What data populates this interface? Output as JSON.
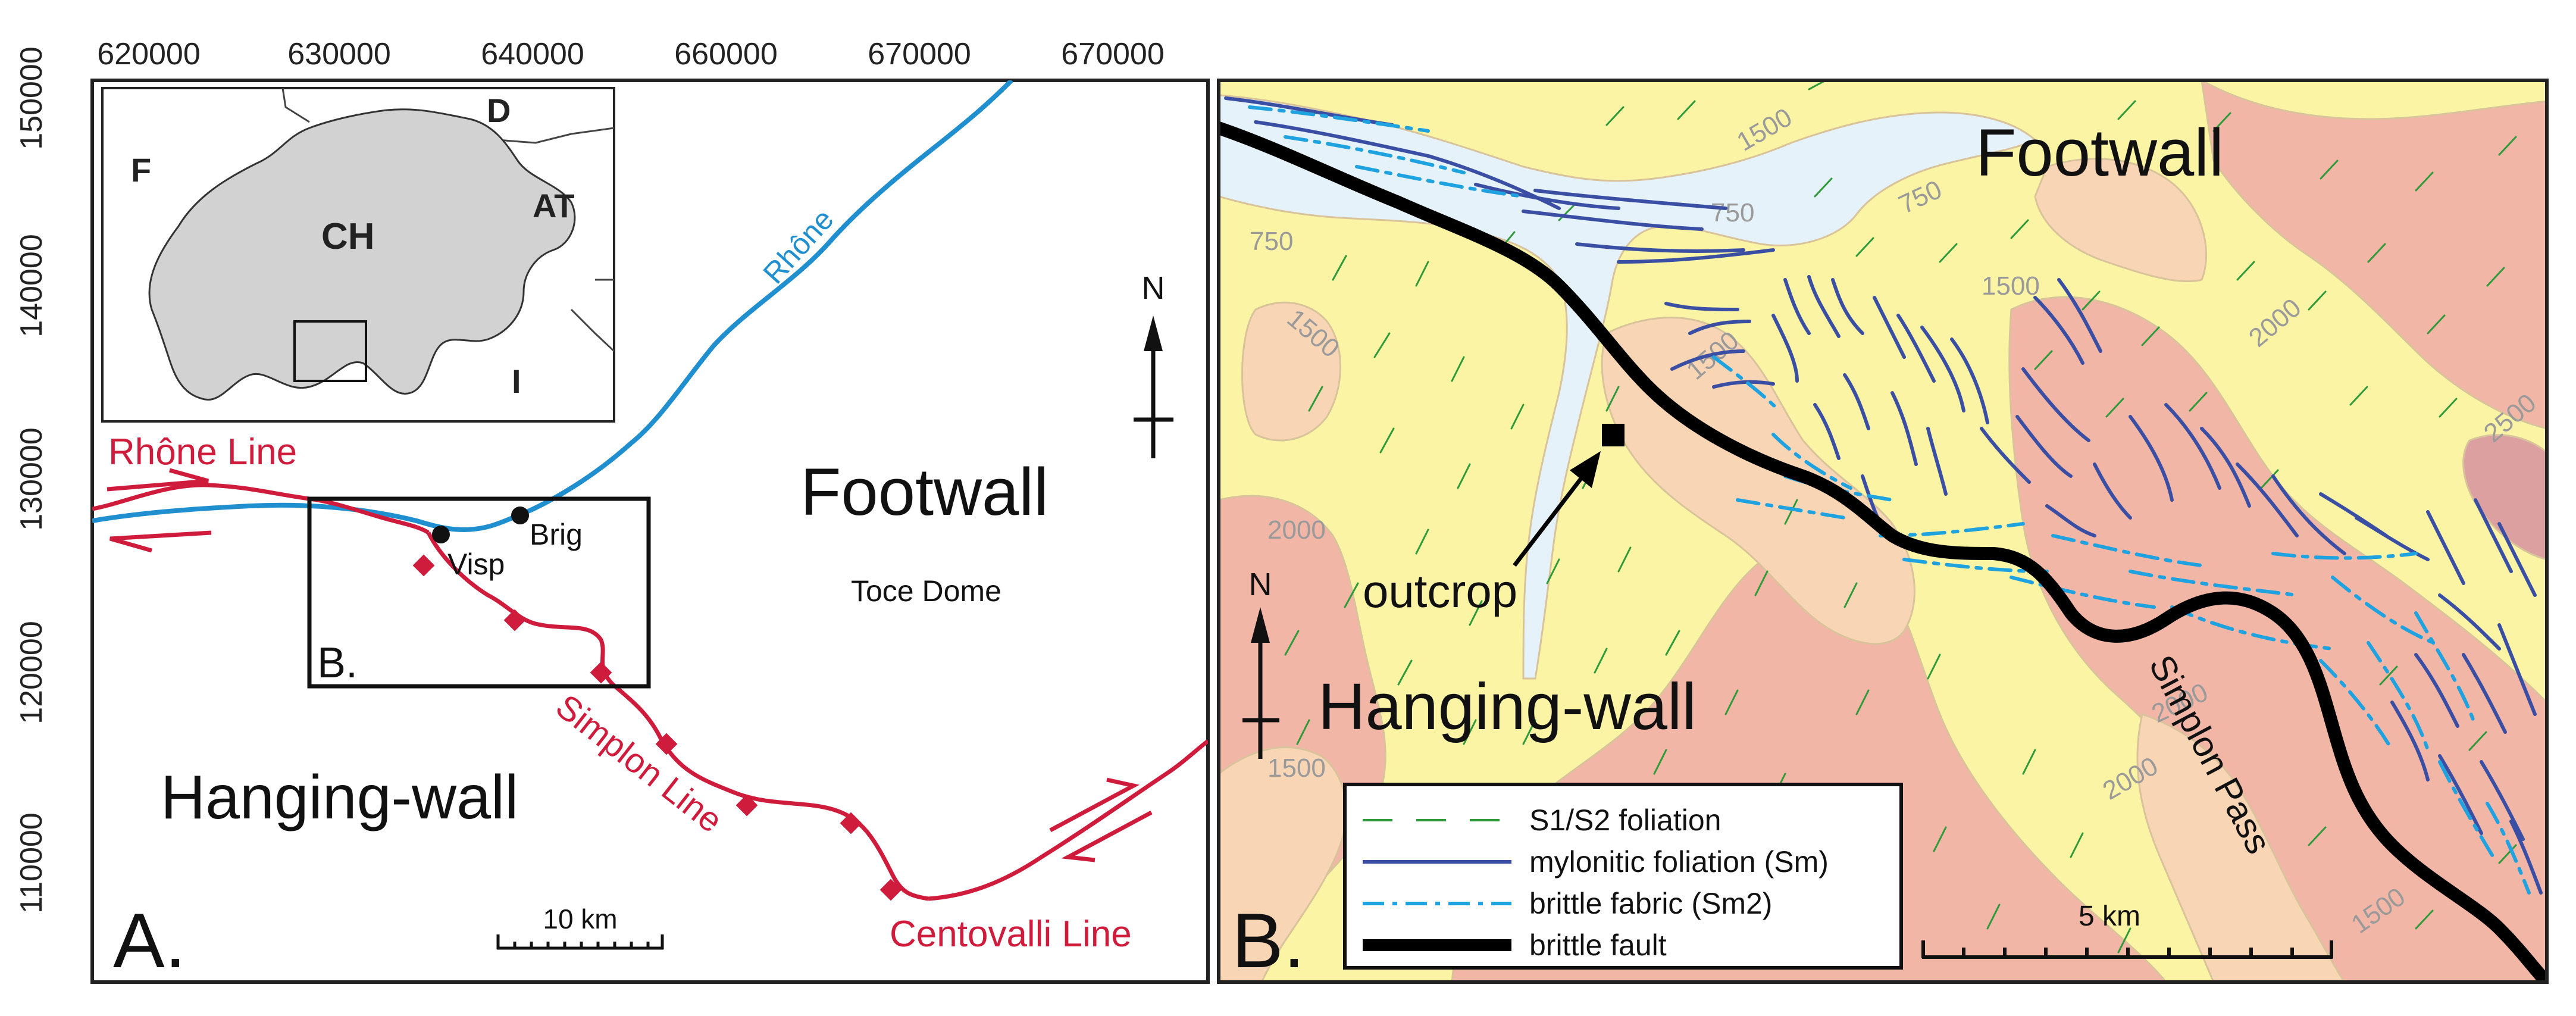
{
  "panel_a": {
    "x_ticks": [
      "620000",
      "630000",
      "640000",
      "660000",
      "670000"
    ],
    "y_ticks": [
      "150000",
      "140000",
      "130000",
      "120000",
      "110000"
    ],
    "inset": {
      "labels": {
        "france": "F",
        "germany": "D",
        "switzerland": "CH",
        "austria": "AT",
        "italy": "I"
      }
    },
    "lines": {
      "rhone_river": "Rhône",
      "rhone_line": "Rhône Line",
      "simplon_line": "Simplon Line",
      "centovalli_line": "Centovalli Line"
    },
    "towns": {
      "visp": "Visp",
      "brig": "Brig"
    },
    "labels": {
      "footwall": "Footwall",
      "hanging_wall": "Hanging-wall",
      "toce_dome": "Toce Dome",
      "box": "B."
    },
    "north": "N",
    "scale": "10 km",
    "panel_letter": "A."
  },
  "panel_b": {
    "labels": {
      "footwall": "Footwall",
      "hanging_wall": "Hanging-wall",
      "outcrop": "outcrop",
      "simplon_pass": "Simplon Pass"
    },
    "contours": [
      "1500",
      "750",
      "750",
      "1500",
      "750",
      "1500",
      "2000",
      "2000",
      "2500",
      "1500",
      "1500",
      "2000",
      "2000",
      "1500"
    ],
    "north": "N",
    "scale": "5 km",
    "panel_letter": "B.",
    "legend": [
      {
        "symbol": "thin-dash",
        "label": "S1/S2 foliation",
        "color": "#2e9a3a"
      },
      {
        "symbol": "solid",
        "label": "mylonitic foliation (Sm)",
        "color": "#3a4fa3"
      },
      {
        "symbol": "dash-dot",
        "label": "brittle fabric (Sm2)",
        "color": "#1fa2e0"
      },
      {
        "symbol": "thick",
        "label": "brittle fault",
        "color": "#000000"
      }
    ]
  },
  "colors": {
    "fault_red": "#d01c3c",
    "river_blue": "#1f8fd0",
    "map_yellow": "#faf4a4",
    "map_pink": "#f2b6a6",
    "map_peach": "#f8d5b5",
    "map_ice": "#e6f2fa"
  }
}
